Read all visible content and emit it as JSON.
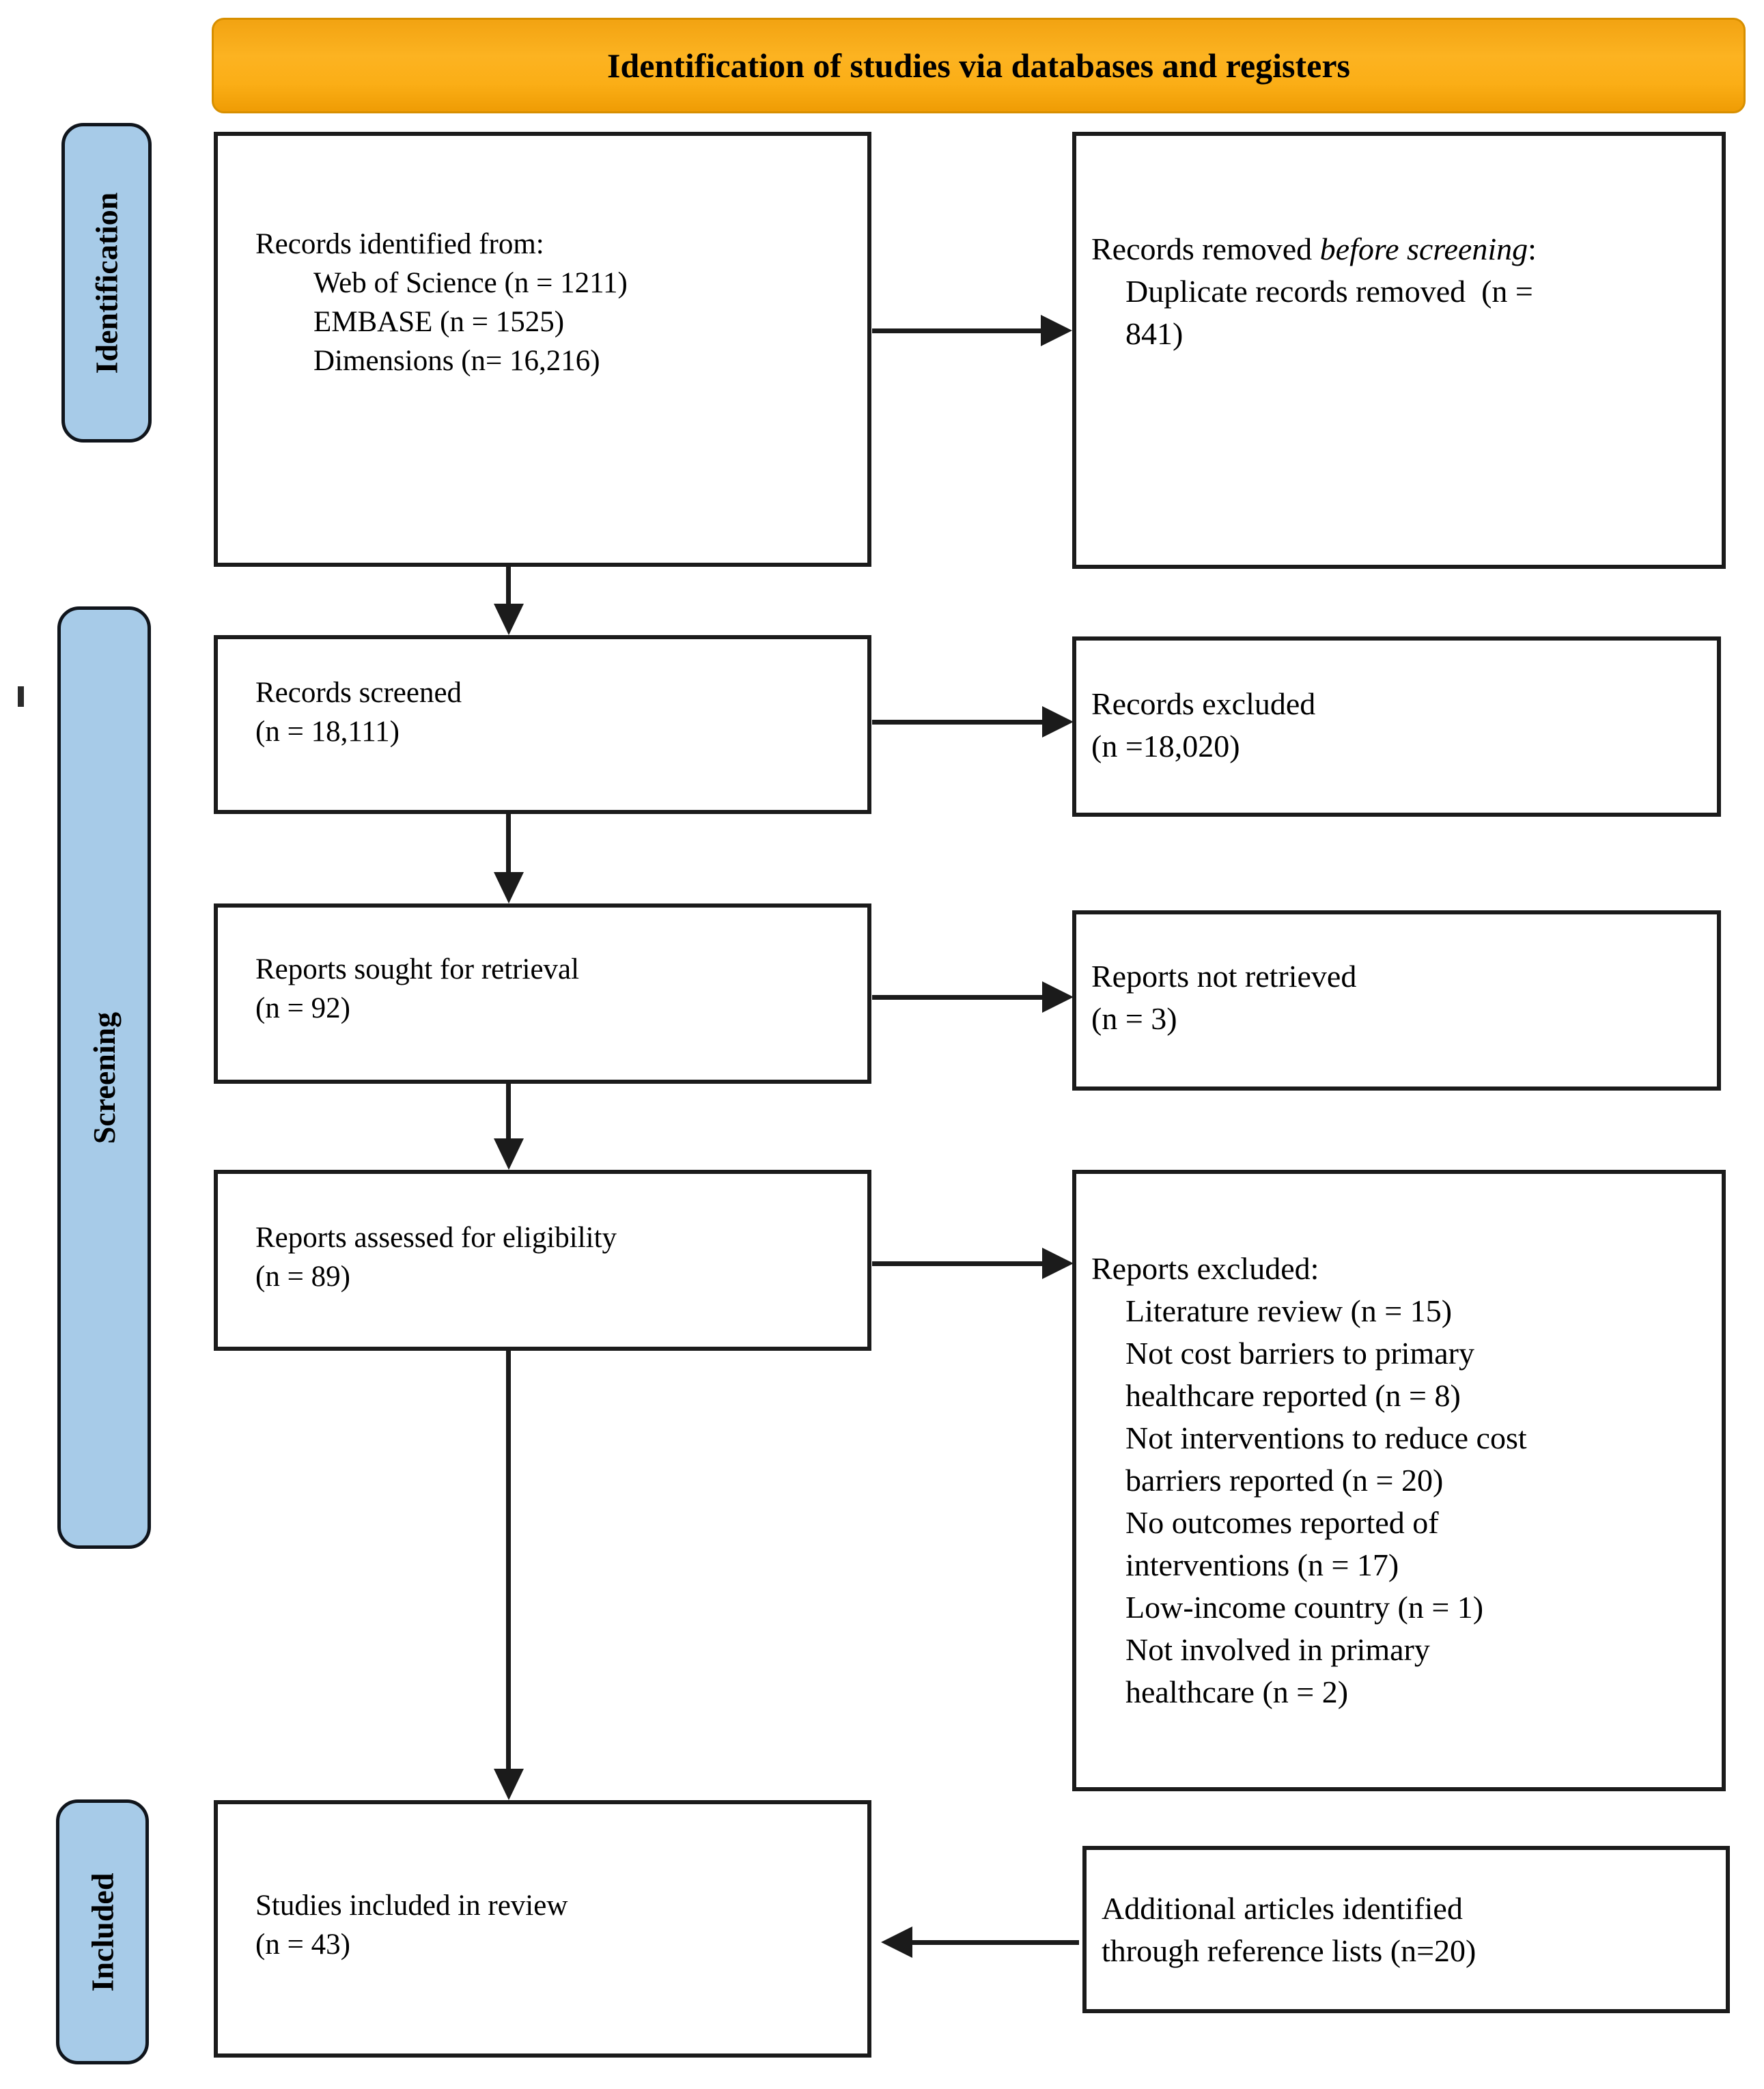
{
  "banner": {
    "title": "Identification of studies via databases and registers"
  },
  "stages": {
    "identification": "Identification",
    "screening": "Screening",
    "included": "Included"
  },
  "boxes": {
    "records_identified": {
      "title": "Records identified from:",
      "items": [
        "Web of Science (n = 1211)",
        "EMBASE (n = 1525)",
        "Dimensions (n= 16,216)"
      ]
    },
    "records_removed": {
      "title_prefix": "Records removed ",
      "title_italic": "before screening",
      "title_suffix": ":",
      "item_line1": "Duplicate records removed  (n =",
      "item_line2": "841)"
    },
    "records_screened": {
      "line1": "Records screened",
      "line2": "(n = 18,111)"
    },
    "records_excluded": {
      "line1": "Records excluded",
      "line2": "(n =18,020)"
    },
    "reports_sought": {
      "line1": "Reports sought for retrieval",
      "line2": "(n = 92)"
    },
    "reports_not_retrieved": {
      "line1": "Reports not retrieved",
      "line2": "(n = 3)"
    },
    "reports_assessed": {
      "line1": "Reports assessed for eligibility",
      "line2": "(n = 89)"
    },
    "reports_excluded": {
      "title": "Reports excluded:",
      "items": [
        "Literature review (n = 15)",
        "Not cost barriers to primary",
        "healthcare reported (n = 8)",
        "Not interventions to reduce cost",
        "barriers reported (n = 20)",
        "No outcomes reported of",
        "interventions (n = 17)",
        "Low-income country (n = 1)",
        "Not involved in primary",
        "healthcare (n = 2)"
      ]
    },
    "studies_included": {
      "line1": "Studies included in review",
      "line2": "(n = 43)"
    },
    "additional_articles": {
      "line1": "Additional articles identified",
      "line2": "through reference lists (n=20)"
    }
  },
  "colors": {
    "banner_orange": "#FBAE16",
    "stage_blue": "#A7CBE8",
    "line_black": "#1B1B1B"
  }
}
